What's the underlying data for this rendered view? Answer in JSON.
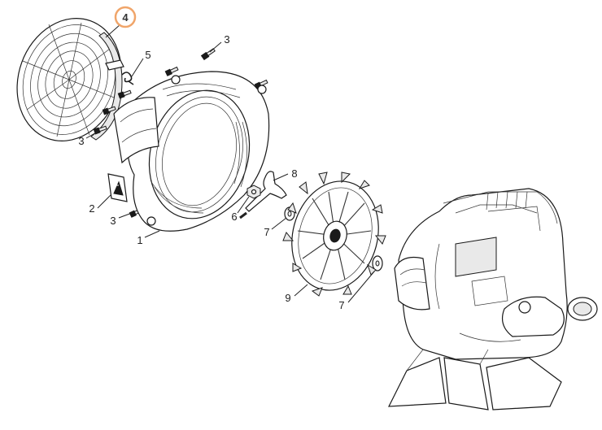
{
  "diagram": {
    "highlight_color": "#f0a56a",
    "highlighted_callout": "4",
    "callouts": [
      {
        "id": "c4",
        "label": "4"
      },
      {
        "id": "c5",
        "label": "5"
      },
      {
        "id": "c3a",
        "label": "3"
      },
      {
        "id": "c3b",
        "label": "3"
      },
      {
        "id": "c2",
        "label": "2"
      },
      {
        "id": "c3c",
        "label": "3"
      },
      {
        "id": "c1",
        "label": "1"
      },
      {
        "id": "c8",
        "label": "8"
      },
      {
        "id": "c6",
        "label": "6"
      },
      {
        "id": "c7a",
        "label": "7"
      },
      {
        "id": "c9",
        "label": "9"
      },
      {
        "id": "c7b",
        "label": "7"
      }
    ],
    "parts": [
      {
        "id": "1",
        "icon": "fan-housing-icon"
      },
      {
        "id": "2",
        "icon": "warning-label-icon"
      },
      {
        "id": "3",
        "icon": "screw-icon"
      },
      {
        "id": "4",
        "icon": "intake-screen-icon"
      },
      {
        "id": "5",
        "icon": "spring-clip-icon"
      },
      {
        "id": "6",
        "icon": "nut-icon"
      },
      {
        "id": "7",
        "icon": "washer-icon"
      },
      {
        "id": "8",
        "icon": "wrench-icon"
      },
      {
        "id": "9",
        "icon": "impeller-fan-icon"
      }
    ]
  }
}
